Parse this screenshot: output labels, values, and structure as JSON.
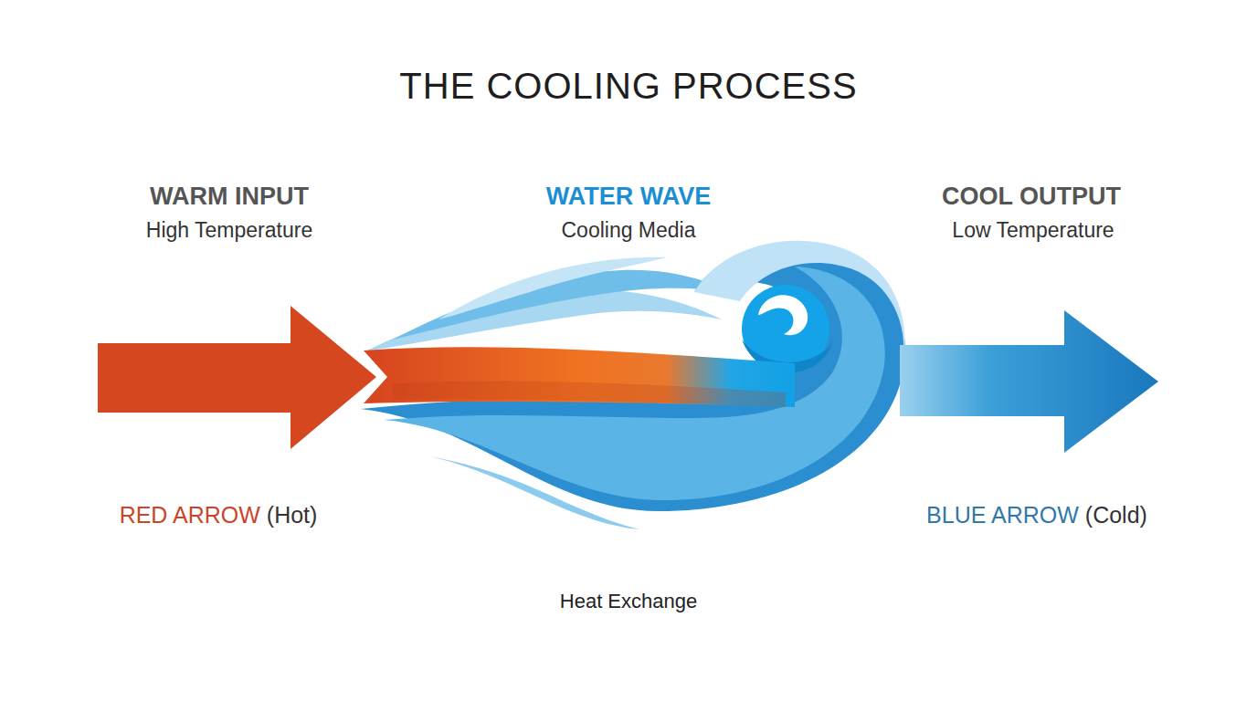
{
  "diagram": {
    "title": "THE COOLING PROCESS",
    "labels": [
      "WARM INPUT",
      "High Temperature",
      "WATER WAVE",
      "Cooling Media",
      "COOL OUTPUT",
      "Low Temperature",
      "RED ARROW",
      "(Hot)",
      "BLUE ARROW",
      "(Cold)",
      "Heat Exchange"
    ]
  }
}
